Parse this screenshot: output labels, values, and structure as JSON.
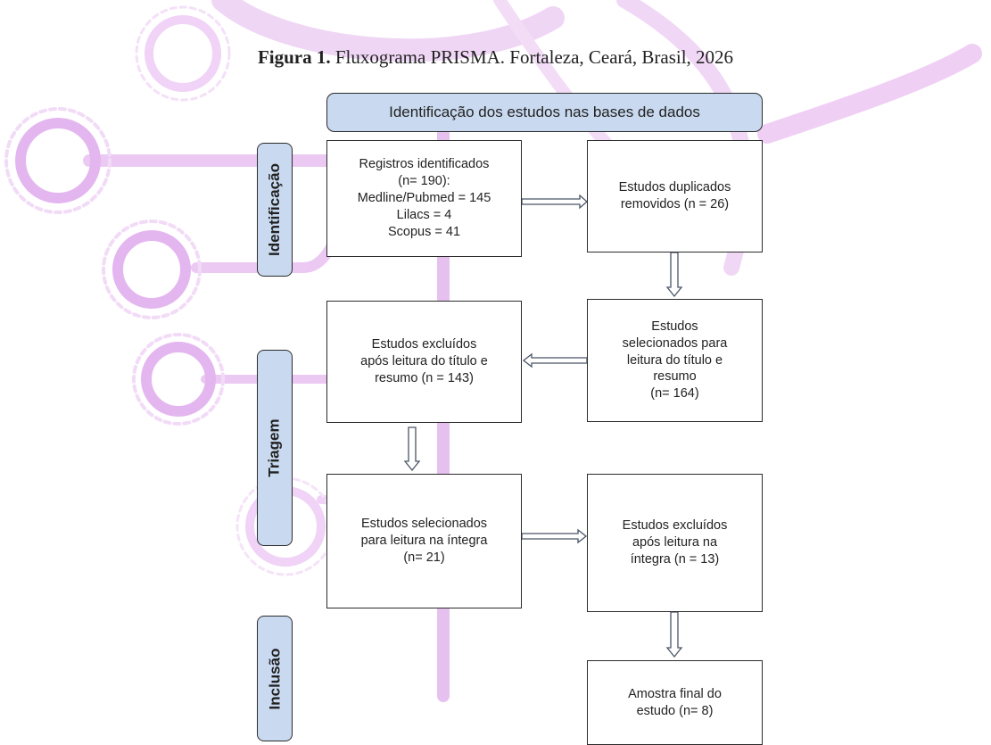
{
  "caption": {
    "bold": "Figura 1.",
    "text": " Fluxograma PRISMA. Fortaleza, Ceará, Brasil, 2026"
  },
  "header": "Identificação dos estudos nas bases de dados",
  "stages": {
    "identificacao": "Identificação",
    "triagem": "Triagem",
    "inclusao": "Inclusão"
  },
  "boxes": {
    "registros": "Registros identificados\n(n= 190):\nMedline/Pubmed = 145\nLilacs = 4\nScopus = 41",
    "duplicados": "Estudos duplicados\nremovidos (n = 26)",
    "selecionados_titulo": "Estudos\nselecionados para\nleitura do título e\nresumo\n(n= 164)",
    "excluidos_titulo": "Estudos excluídos\napós leitura do título e\nresumo (n = 143)",
    "selecionados_integra": "Estudos selecionados\npara leitura na íntegra\n(n= 21)",
    "excluidos_integra": "Estudos excluídos\napós leitura na\níntegra (n = 13)",
    "amostra_final": "Amostra final do\nestudo (n= 8)"
  },
  "colors": {
    "header_fill": "#c9daf0",
    "decor_pink": "#ecc7f3",
    "decor_purple": "#d8b4ee"
  }
}
